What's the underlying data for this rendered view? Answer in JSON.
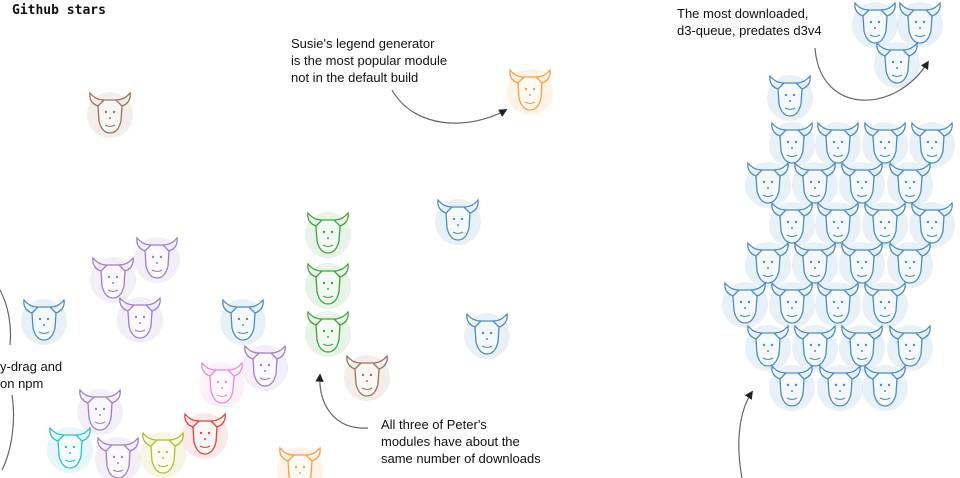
{
  "chart_data": {
    "type": "scatter",
    "title": "Github stars",
    "xlabel": "",
    "ylabel": "",
    "grid": false,
    "marker": "bull-face",
    "series": [
      {
        "color": "#a0705a",
        "points": [
          [
            110,
            115
          ],
          [
            367,
            378
          ]
        ]
      },
      {
        "color": "#ff9a3c",
        "points": [
          [
            530,
            92
          ],
          [
            300,
            470
          ]
        ]
      },
      {
        "color": "#3aa63a",
        "points": [
          [
            328,
            235
          ],
          [
            328,
            286
          ],
          [
            328,
            334
          ]
        ]
      },
      {
        "color": "#a07ccc",
        "points": [
          [
            157,
            260
          ],
          [
            113,
            280
          ],
          [
            140,
            320
          ],
          [
            265,
            368
          ],
          [
            100,
            412
          ],
          [
            118,
            460
          ]
        ]
      },
      {
        "color": "#ee88cc",
        "points": [
          [
            222,
            385
          ]
        ]
      },
      {
        "color": "#e04040",
        "points": [
          [
            205,
            436
          ]
        ]
      },
      {
        "color": "#2ac0cc",
        "points": [
          [
            70,
            450
          ]
        ]
      },
      {
        "color": "#b0c020",
        "points": [
          [
            163,
            455
          ]
        ]
      },
      {
        "color": "#4a8cc6",
        "points": [
          [
            458,
            222
          ],
          [
            487,
            336
          ],
          [
            44,
            322
          ],
          [
            243,
            322
          ],
          [
            875,
            25
          ],
          [
            920,
            25
          ],
          [
            897,
            65
          ],
          [
            790,
            98
          ],
          [
            792,
            145
          ],
          [
            838,
            145
          ],
          [
            885,
            145
          ],
          [
            932,
            145
          ],
          [
            768,
            185
          ],
          [
            815,
            185
          ],
          [
            862,
            185
          ],
          [
            910,
            185
          ],
          [
            792,
            225
          ],
          [
            838,
            225
          ],
          [
            885,
            225
          ],
          [
            932,
            225
          ],
          [
            768,
            265
          ],
          [
            815,
            265
          ],
          [
            862,
            265
          ],
          [
            910,
            265
          ],
          [
            745,
            305
          ],
          [
            792,
            305
          ],
          [
            838,
            305
          ],
          [
            885,
            305
          ],
          [
            768,
            348
          ],
          [
            815,
            348
          ],
          [
            862,
            348
          ],
          [
            910,
            348
          ],
          [
            792,
            388
          ],
          [
            840,
            388
          ],
          [
            885,
            388
          ]
        ]
      }
    ]
  },
  "annotations": {
    "susie": [
      "Susie's legend generator",
      "is the most popular module",
      "not in the default build"
    ],
    "queue": [
      "The most downloaded,",
      "d3-queue, predates d3v4"
    ],
    "peter": [
      "All three of Peter's",
      "modules have about the",
      "same number of downloads"
    ],
    "drag": [
      "y-drag and",
      "on npm"
    ]
  }
}
